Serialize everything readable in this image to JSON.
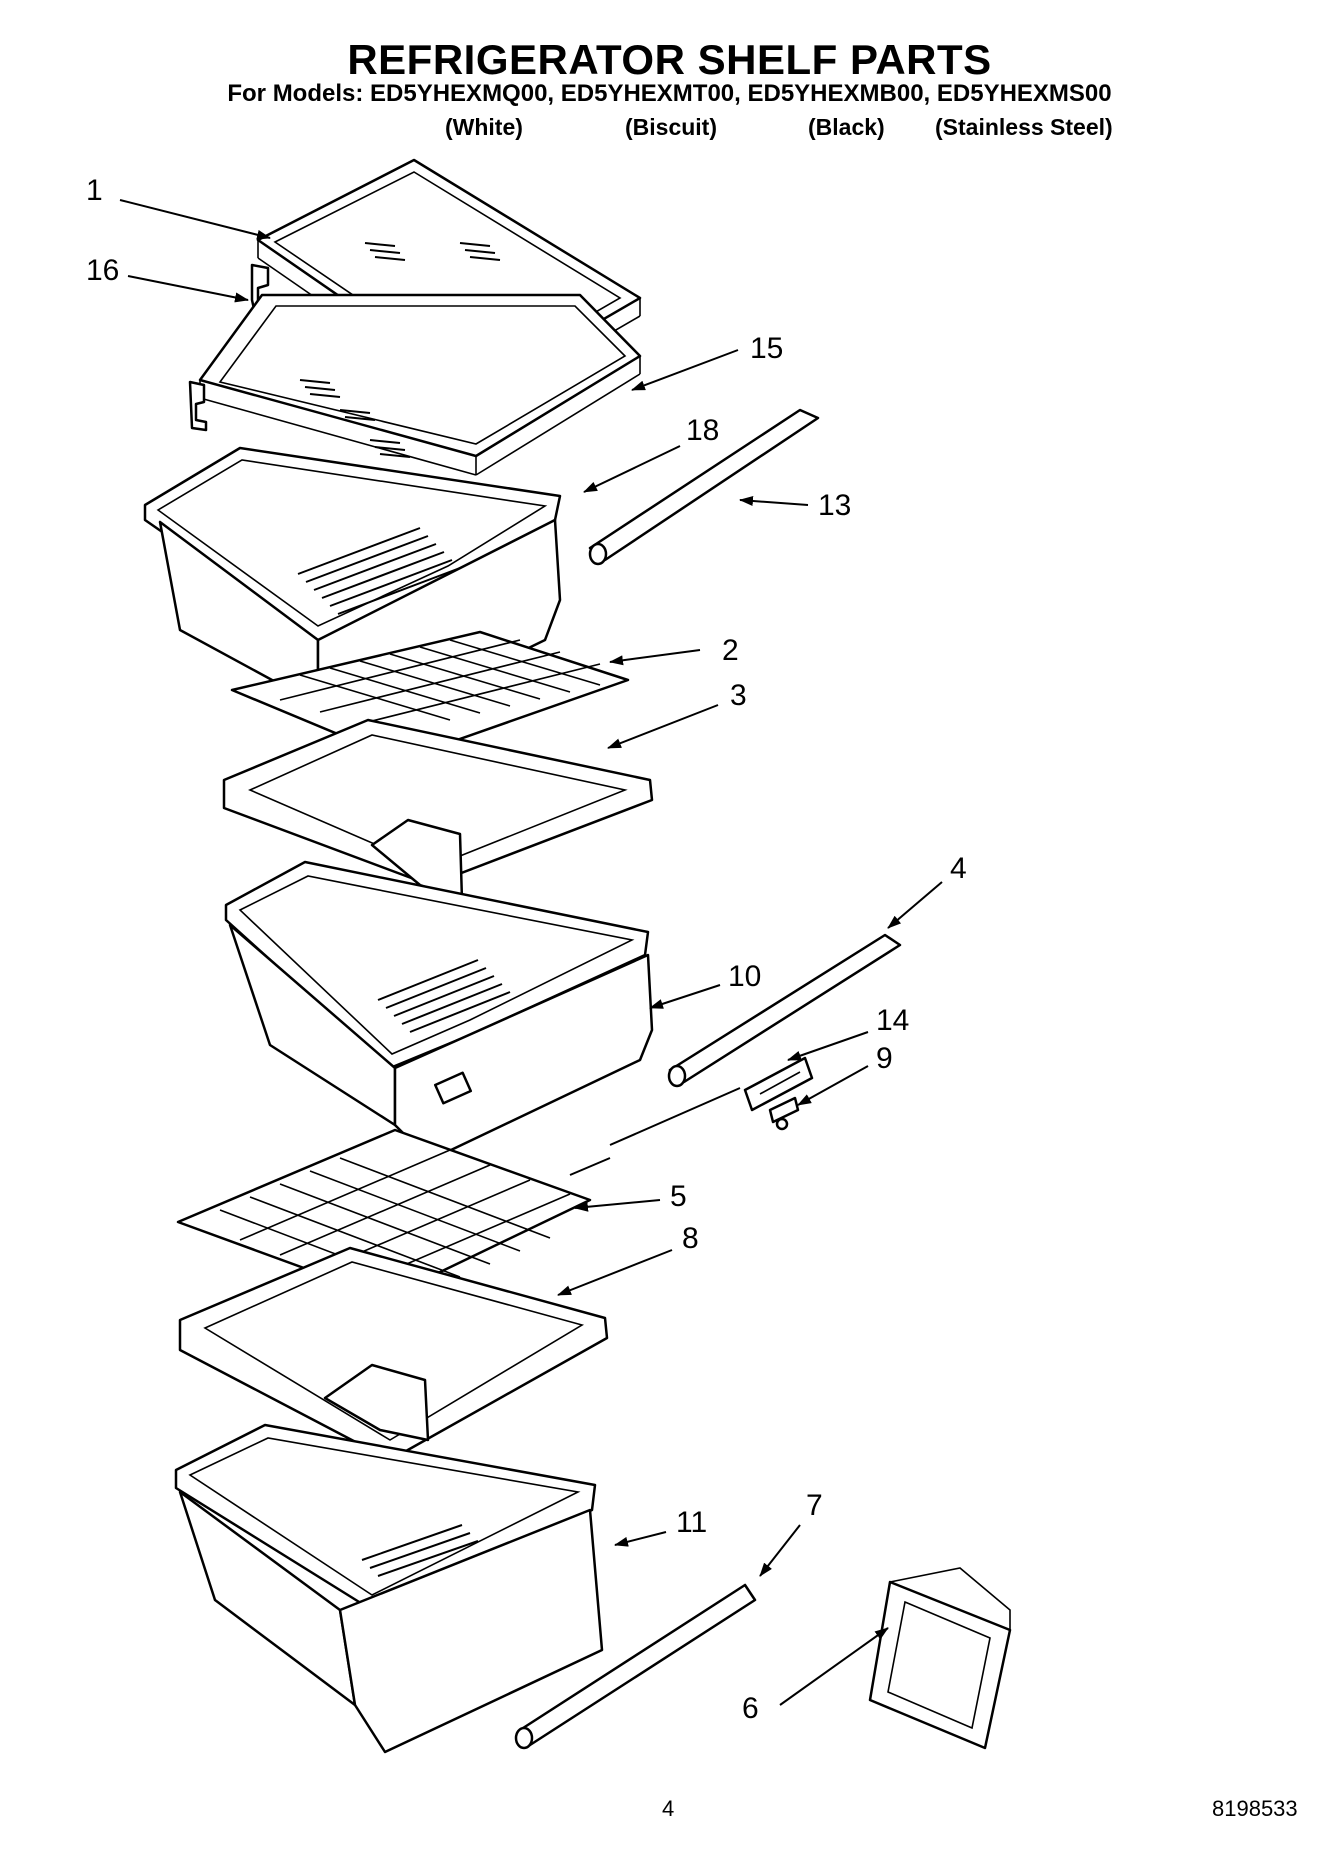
{
  "header": {
    "title": "REFRIGERATOR SHELF PARTS",
    "models_line": "For Models: ED5YHEXMQ00, ED5YHEXMT00, ED5YHEXMB00, ED5YHEXMS00",
    "colors": [
      "(White)",
      "(Biscuit)",
      "(Black)",
      "(Stainless Steel)"
    ]
  },
  "callouts": {
    "c1": "1",
    "c16": "16",
    "c15": "15",
    "c18": "18",
    "c13": "13",
    "c2": "2",
    "c3": "3",
    "c4": "4",
    "c10": "10",
    "c14": "14",
    "c9": "9",
    "c5": "5",
    "c8": "8",
    "c11": "11",
    "c7": "7",
    "c6": "6"
  },
  "footer": {
    "page_number": "4",
    "document_number": "8198533"
  }
}
